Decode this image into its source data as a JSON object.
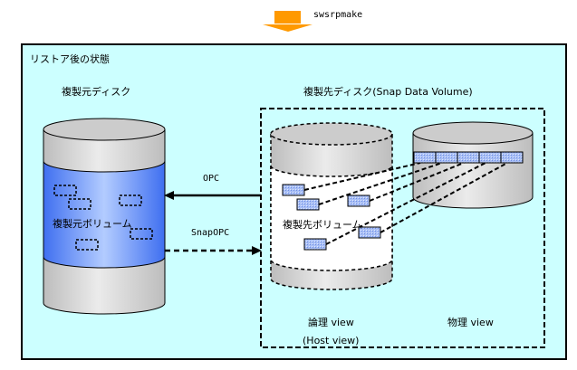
{
  "header": {
    "command_label": "swsrpmake",
    "arrow_color": "#ff9900"
  },
  "panel": {
    "title": "リストア後の状態",
    "background": "#ccffff"
  },
  "source_disk": {
    "heading": "複製元ディスク",
    "volume_label": "複製元ボリューム",
    "volume_color": "#6699ff"
  },
  "destination_disk": {
    "heading": "複製先ディスク(Snap Data Volume)",
    "logical": {
      "volume_label": "複製先ボリューム",
      "view_label": "論理 view",
      "host_view_label": "(Host view)"
    },
    "physical": {
      "view_label": "物理 view",
      "block_count": 5
    }
  },
  "connectors": {
    "opc_label": "OPC",
    "snapopc_label": "SnapOPC"
  }
}
